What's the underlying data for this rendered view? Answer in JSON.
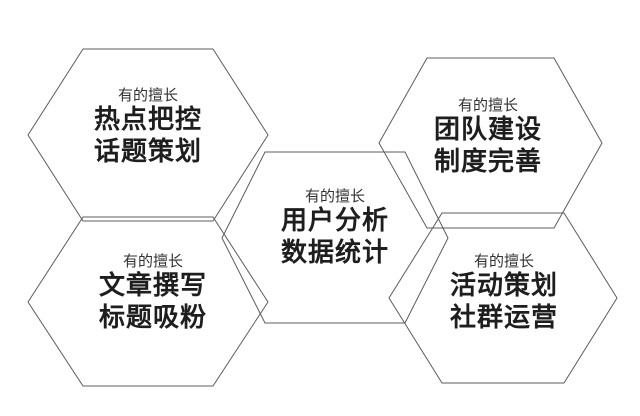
{
  "hexagons": [
    {
      "id": "hot-topics",
      "small": "有的擅长",
      "line1": "热点把控",
      "line2": "话题策划"
    },
    {
      "id": "writing",
      "small": "有的擅长",
      "line1": "文章撰写",
      "line2": "标题吸粉"
    },
    {
      "id": "analytics",
      "small": "有的擅长",
      "line1": "用户分析",
      "line2": "数据统计"
    },
    {
      "id": "team",
      "small": "有的擅长",
      "line1": "团队建设",
      "line2": "制度完善"
    },
    {
      "id": "operations",
      "small": "有的擅长",
      "line1": "活动策划",
      "line2": "社群运营"
    }
  ],
  "colors": {
    "stroke": "#5c5c5c",
    "text": "#1e1e1e"
  }
}
